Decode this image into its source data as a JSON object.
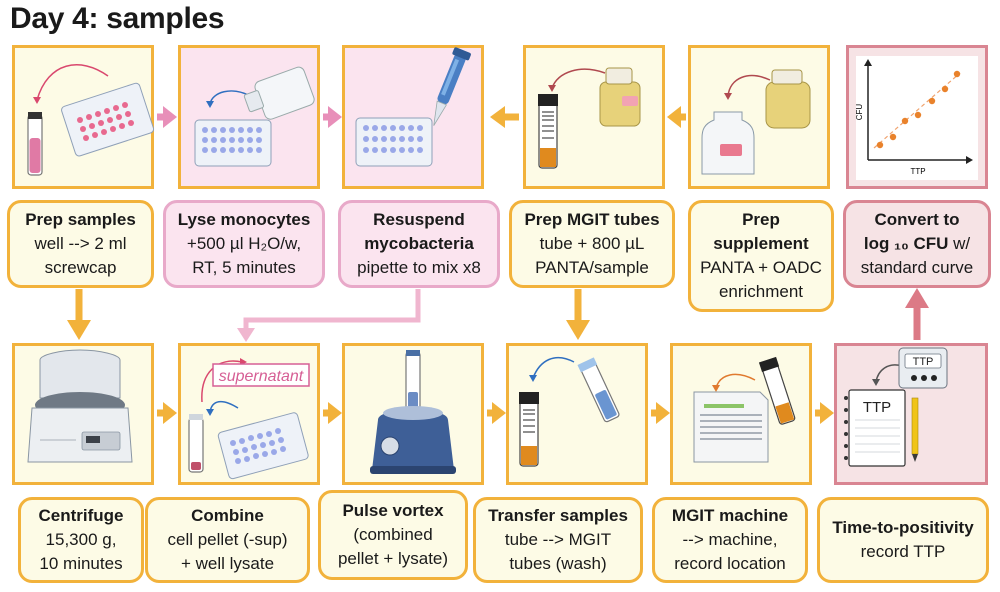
{
  "title": "Day 4: samples",
  "steps_top": [
    {
      "heading": "Prep samples",
      "lines": [
        "well --> 2 ml",
        "screwcap"
      ]
    },
    {
      "heading": "Lyse monocytes",
      "lines": [
        "+500 µl H₂O/w,",
        "RT, 5 minutes"
      ]
    },
    {
      "heading": "Resuspend",
      "heading2": "mycobacteria",
      "lines": [
        "pipette to mix x8"
      ]
    },
    {
      "heading": "Prep MGIT tubes",
      "lines": [
        "tube + 800 µL",
        "PANTA/sample"
      ]
    },
    {
      "heading": "Prep",
      "heading2": "supplement",
      "lines": [
        "PANTA + OADC",
        "enrichment"
      ]
    },
    {
      "heading": "Convert to",
      "heading2": "log ₁₀ CFU",
      "heading2_suffix": " w/",
      "lines": [
        "standard curve"
      ]
    }
  ],
  "steps_bottom": [
    {
      "heading": "Centrifuge",
      "lines": [
        "15,300 g,",
        "10 minutes"
      ]
    },
    {
      "heading": "Combine",
      "lines": [
        "cell pellet (-sup)",
        "+ well lysate"
      ]
    },
    {
      "heading": "Pulse vortex",
      "lines": [
        "(combined",
        "pellet + lysate)"
      ]
    },
    {
      "heading": "Transfer samples",
      "lines": [
        "tube --> MGIT",
        "tubes (wash)"
      ]
    },
    {
      "heading": "MGIT machine",
      "lines": [
        "--> machine,",
        "record location"
      ]
    },
    {
      "heading": "Time-to-positivity",
      "lines": [
        "record TTP"
      ]
    }
  ],
  "illustrations": {
    "supernatant_label": "supernatant",
    "cfu_axis_label": "CFU",
    "ttp_axis_label": "TTP",
    "timer_label": "TTP",
    "notebook_label": "TTP"
  },
  "colors": {
    "box_border": "#f2b23b",
    "box_fill": "#fdfbe6",
    "pink_fill": "#fbe4ef",
    "pink_border": "#e8a9c9",
    "red_border": "#d98592",
    "arrow_orange": "#f2b23b",
    "arrow_pink": "#e88fb9",
    "arrow_red": "#dc7a86"
  }
}
